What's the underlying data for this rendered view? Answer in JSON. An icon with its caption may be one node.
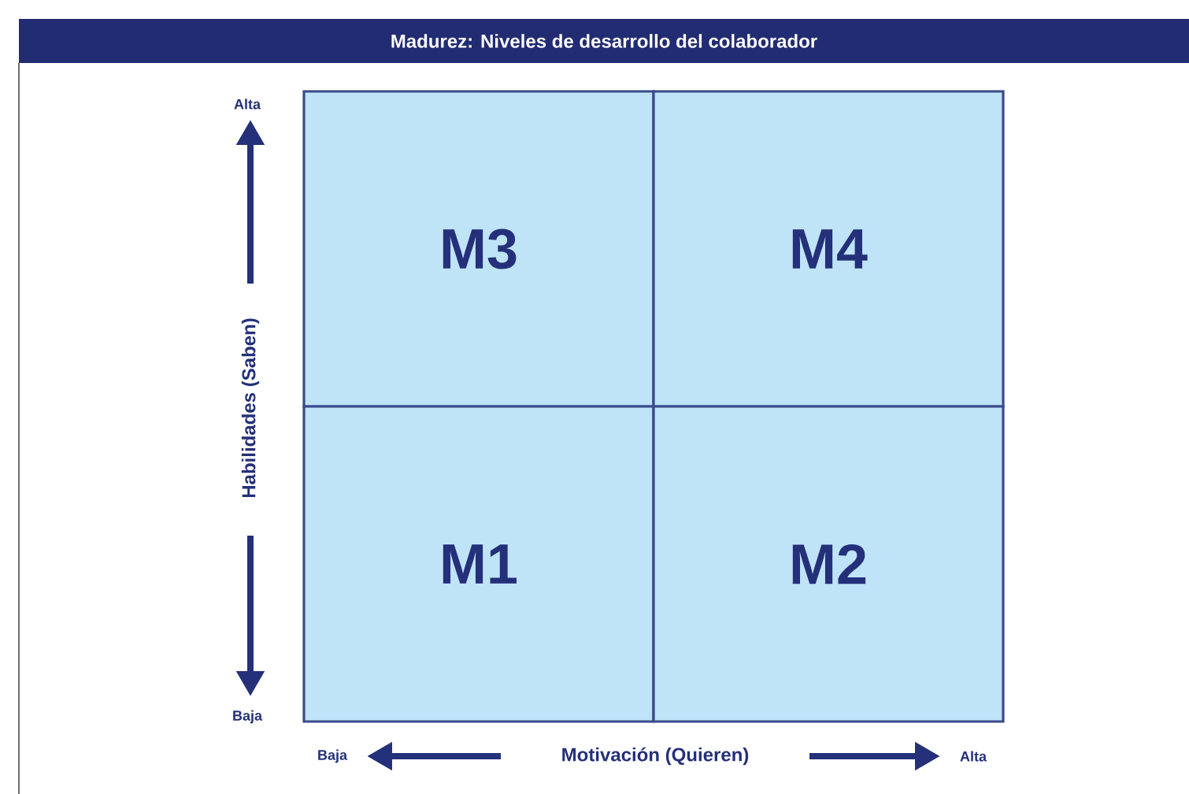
{
  "diagram": {
    "title": "Madurez: Niveles de desarrollo del colaborador",
    "nodes": [
      {
        "text": [
          "M3"
        ]
      },
      {
        "text": [
          "M4"
        ]
      },
      {
        "text": [
          "M1"
        ]
      },
      {
        "text": [
          "M2"
        ]
      }
    ],
    "edges": [],
    "labels": [
      "Alta",
      "Habilidades (Saben)",
      "Baja",
      "Baja",
      "Motivación (Quieren)",
      "Alta"
    ]
  }
}
